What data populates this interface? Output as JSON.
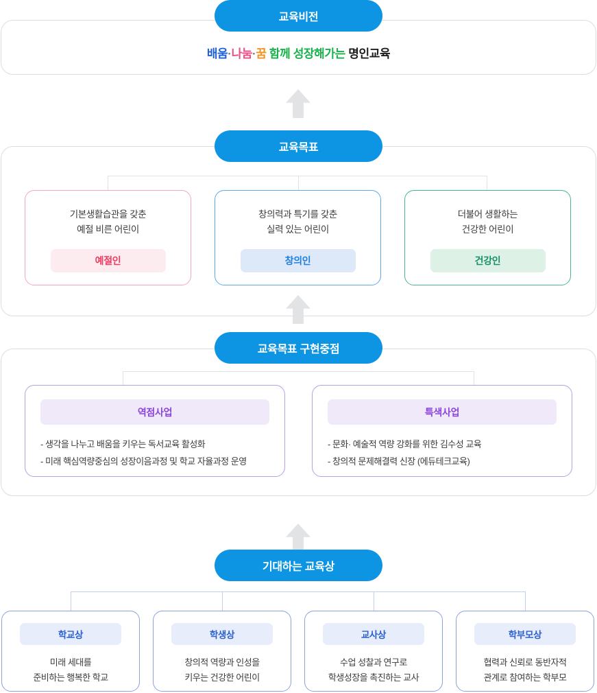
{
  "vision": {
    "pill_label": "교육비전",
    "statement_parts": [
      {
        "text": "배움",
        "color": "#1b5fd9"
      },
      {
        "text": "·",
        "color": "#7a7a7a"
      },
      {
        "text": "나눔",
        "color": "#ee4b86"
      },
      {
        "text": "·",
        "color": "#7a7a7a"
      },
      {
        "text": "꿈",
        "color": "#f5921e"
      },
      {
        "text": " 함께 성장해가는 ",
        "color": "#18b24b"
      },
      {
        "text": "명인교육",
        "color": "#1d1d1d"
      }
    ],
    "statement_plain": "배움·나눔·꿈 함께 성장해가는 명인교육"
  },
  "goals": {
    "pill_label": "교육목표",
    "cards": [
      {
        "line1": "기본생활습관을 갖춘",
        "line2": "예절 비른 어린이",
        "badge": "예절인",
        "accent": "#ee3b5f",
        "border": "#f4a7b9",
        "badge_bg": "#fdecef"
      },
      {
        "line1": "창의력과 특기를 갖춘",
        "line2": "실력 있는 어린이",
        "badge": "창의인",
        "accent": "#1f7fe0",
        "border": "#5fa8e8",
        "badge_bg": "#dde9f9"
      },
      {
        "line1": "더불어 생활하는",
        "line2": "건강한 어린이",
        "badge": "건강인",
        "accent": "#16906a",
        "border": "#4bb58c",
        "badge_bg": "#ddf1e6"
      }
    ]
  },
  "focus": {
    "pill_label": "교육목표 구현중점",
    "cards": [
      {
        "badge": "역점사업",
        "item1": "- 생각을 나누고 배움을 키우는 독서교육 활성화",
        "item2": "- 미래 핵심역량중심의 성장이음과정 및 학교 자율과정 운영"
      },
      {
        "badge": "특색사업",
        "item1": "- 문화· 예술적 역량 강화를 위한 김수성 교육",
        "item2": "- 창의적 문제해결력 신장 (에듀테크교육)"
      }
    ],
    "accent": "#8a45dd",
    "badge_bg": "#f0e9fa",
    "border": "#b79fe6"
  },
  "expected": {
    "pill_label": "기대하는 교육상",
    "cards": [
      {
        "badge": "학교상",
        "line1": "미래 세대를",
        "line2": "준비하는 행복한 학교"
      },
      {
        "badge": "학생상",
        "line1": "창의적 역량과 인성을",
        "line2": "키우는 건강한 어린이"
      },
      {
        "badge": "교사상",
        "line1": "수업 성찰과 연구로",
        "line2": "학생성장을 촉진하는 교사"
      },
      {
        "badge": "학부모상",
        "line1": "협력과 신뢰로 동반자적",
        "line2": "관계로 참여하는 학부모"
      }
    ],
    "accent": "#2b5fd0",
    "badge_bg": "#e7edfa",
    "border": "#8aa3dd"
  },
  "arrows": {
    "icon": "arrow-up-icon",
    "color": "#e2e3e5",
    "count": 3
  },
  "theme": {
    "pill_blue": "#0d94e2",
    "panel_border": "#d9dde2",
    "connector": "#dfe2e6",
    "connector_blue": "#c4cfe8",
    "page_bg": "#ffffff"
  }
}
